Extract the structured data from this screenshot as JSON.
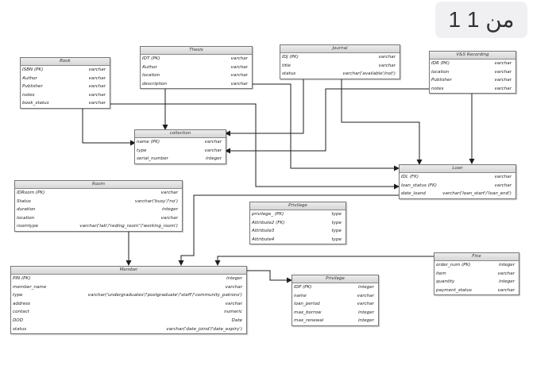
{
  "page_badge": "1 من 1",
  "tables": [
    {
      "id": "book",
      "title": "Book",
      "fields": [
        {
          "name": "ISBN (PK)",
          "type": "varchar"
        },
        {
          "name": "Author",
          "type": "varchar"
        },
        {
          "name": "Publisher",
          "type": "varchar"
        },
        {
          "name": "notes",
          "type": "varchar"
        },
        {
          "name": "book_status",
          "type": "varchar"
        }
      ]
    },
    {
      "id": "thesis",
      "title": "Thesis",
      "fields": [
        {
          "name": "IDT (PK)",
          "type": "varchar"
        },
        {
          "name": "Author",
          "type": "varchar"
        },
        {
          "name": "location",
          "type": "varchar"
        },
        {
          "name": "description",
          "type": "varchar"
        }
      ]
    },
    {
      "id": "journal",
      "title": "Journal",
      "fields": [
        {
          "name": "IDJ (PK)",
          "type": "varchar"
        },
        {
          "name": "title",
          "type": "varchar"
        },
        {
          "name": "status",
          "type": "varchar('available'/not')"
        }
      ]
    },
    {
      "id": "vs",
      "title": "V&S Recording",
      "fields": [
        {
          "name": "IDR (PK)",
          "type": "varchar"
        },
        {
          "name": "location",
          "type": "varchar"
        },
        {
          "name": "Publisher",
          "type": "varchar"
        },
        {
          "name": "notes",
          "type": "varchar"
        }
      ]
    },
    {
      "id": "collection",
      "title": "collection",
      "fields": [
        {
          "name": "name (PK)",
          "type": "varchar"
        },
        {
          "name": "type",
          "type": "varchar"
        },
        {
          "name": "serial_number",
          "type": "integer"
        }
      ]
    },
    {
      "id": "loan",
      "title": "Loan",
      "fields": [
        {
          "name": "IDL (FK)",
          "type": "varchar"
        },
        {
          "name": "loan_status (FK)",
          "type": "varchar"
        },
        {
          "name": "date_loand",
          "type": "varchar('loan_start'/'loan_end')"
        }
      ]
    },
    {
      "id": "room",
      "title": "Room",
      "fields": [
        {
          "name": "IDRoom (PK)",
          "type": "varchar"
        },
        {
          "name": "Status",
          "type": "varchar('busy'/'no')"
        },
        {
          "name": "duration",
          "type": "integer"
        },
        {
          "name": "location",
          "type": "varchar"
        },
        {
          "name": "roomtype",
          "type": "varchar('lab'/'reding_room''/'working_room')"
        }
      ]
    },
    {
      "id": "privilege1",
      "title": "Privilege",
      "fields": [
        {
          "name": "privilege_ (PK)",
          "type": "type"
        },
        {
          "name": "Attribute2 (FK)",
          "type": "type"
        },
        {
          "name": "Attribute3",
          "type": "type"
        },
        {
          "name": "Attribute4",
          "type": "type"
        }
      ]
    },
    {
      "id": "member",
      "title": "Member",
      "fields": [
        {
          "name": "PIN (PK)",
          "type": "integer"
        },
        {
          "name": "member_name",
          "type": "varchar"
        },
        {
          "name": "type",
          "type": "varchar('undergraduates'/'postgraduate'/'staff'/'community_patrons')"
        },
        {
          "name": "address",
          "type": "varchar"
        },
        {
          "name": "contact",
          "type": "numeric"
        },
        {
          "name": "DOD",
          "type": "Date"
        },
        {
          "name": "status",
          "type": "varchar('date_joind'/'date_expiry')"
        }
      ]
    },
    {
      "id": "privilege2",
      "title": "Privilege",
      "fields": [
        {
          "name": "IDP (PK)",
          "type": "integer"
        },
        {
          "name": "name",
          "type": "varchar"
        },
        {
          "name": "loan_period",
          "type": "varchar"
        },
        {
          "name": "max_borrow",
          "type": "integer"
        },
        {
          "name": "max_renewal",
          "type": "integer"
        }
      ]
    },
    {
      "id": "fine",
      "title": "Fine",
      "fields": [
        {
          "name": "order_num (PK)",
          "type": "integer"
        },
        {
          "name": "item",
          "type": "varchar"
        },
        {
          "name": "quantity",
          "type": "integer"
        },
        {
          "name": "payment_status",
          "type": "varchar"
        }
      ]
    }
  ]
}
